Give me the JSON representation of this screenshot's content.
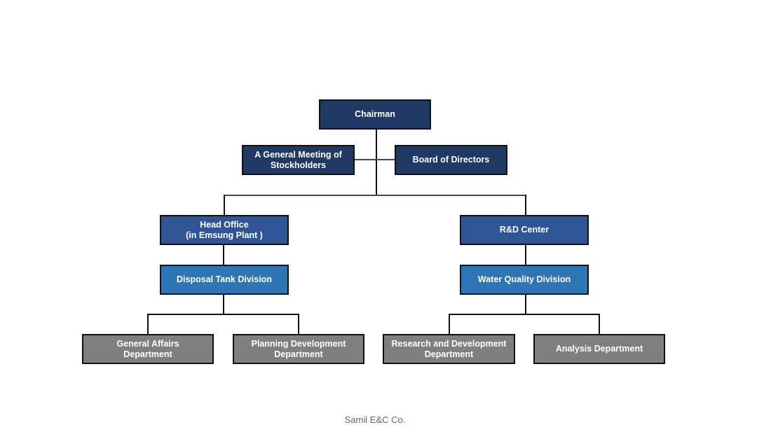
{
  "org_chart": {
    "chairman": "Chairman",
    "stockholders": "A General Meeting of\nStockholders",
    "board": "Board of Directors",
    "head_office": "Head Office\n(in Emsung Plant )",
    "rd_center": "R&D Center",
    "disposal_tank": "Disposal Tank Division",
    "water_quality": "Water Quality Division",
    "general_affairs": "General Affairs\nDepartment",
    "planning_development": "Planning Development\nDepartment",
    "research_development": "Research and Development\nDepartment",
    "analysis": "Analysis Department"
  },
  "colors": {
    "top_level": "#1f3864",
    "office_level": "#2f5597",
    "division_level": "#2e75b6",
    "department_level": "#7f7f7f",
    "connector": "#111111"
  },
  "footer": "Samil E&C Co."
}
